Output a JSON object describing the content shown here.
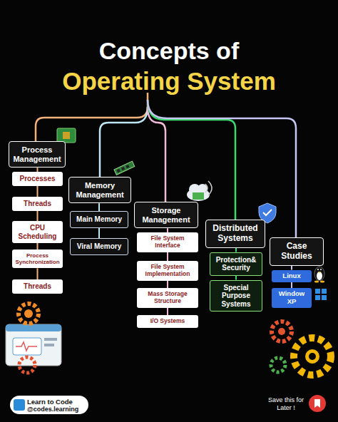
{
  "diagram": {
    "title": "Concepts of",
    "nodes": [
      {
        "text": [
          "Process Management"
        ]
      },
      {
        "text": [
          "Processes"
        ]
      },
      {
        "text": [
          "Threads"
        ]
      },
      {
        "text": [
          "CPU Scheduling"
        ]
      },
      {
        "text": [
          "Process Synchronization"
        ]
      },
      {
        "text": [
          "Threads"
        ]
      },
      {
        "text": [
          "Memory Management"
        ]
      },
      {
        "text": [
          "Main Memory"
        ]
      },
      {
        "text": [
          "Viral Memory"
        ]
      },
      {
        "text": [
          "Storage Management"
        ]
      },
      {
        "text": [
          "File System Interface"
        ]
      },
      {
        "text": [
          "File System Implementation"
        ]
      },
      {
        "text": [
          "Mass Storage Structure"
        ]
      },
      {
        "text": [
          "I/O Systems"
        ]
      },
      {
        "text": [
          "Distributed Systems"
        ]
      },
      {
        "text": [
          "Protection& Security"
        ]
      },
      {
        "text": [
          "Special Purpose Systems"
        ]
      },
      {
        "text": [
          "Case Studies"
        ]
      },
      {
        "text": [
          "Linux"
        ]
      },
      {
        "text": [
          "Window XP"
        ]
      }
    ],
    "edges": [
      {
        "from": 0,
        "to": 1,
        "arrow": "none"
      },
      {
        "from": 1,
        "to": 2,
        "arrow": "none"
      },
      {
        "from": 2,
        "to": 3,
        "arrow": "none"
      },
      {
        "from": 3,
        "to": 4,
        "arrow": "none"
      },
      {
        "from": 4,
        "to": 5,
        "arrow": "none"
      },
      {
        "from": 6,
        "to": 7,
        "arrow": "none"
      },
      {
        "from": 7,
        "to": 8,
        "arrow": "none"
      },
      {
        "from": 9,
        "to": 10,
        "arrow": "none"
      },
      {
        "from": 10,
        "to": 11,
        "arrow": "none"
      },
      {
        "from": 11,
        "to": 12,
        "arrow": "none"
      },
      {
        "from": 12,
        "to": 13,
        "arrow": "none"
      },
      {
        "from": 14,
        "to": 15,
        "arrow": "none"
      },
      {
        "from": 15,
        "to": 16,
        "arrow": "none"
      },
      {
        "from": 17,
        "to": 18,
        "arrow": "none"
      },
      {
        "from": 18,
        "to": 19,
        "arrow": "none"
      }
    ],
    "labels": [
      "Operating System",
      "Learn to Code",
      "@codes.learning",
      "Save this for Later !"
    ]
  }
}
